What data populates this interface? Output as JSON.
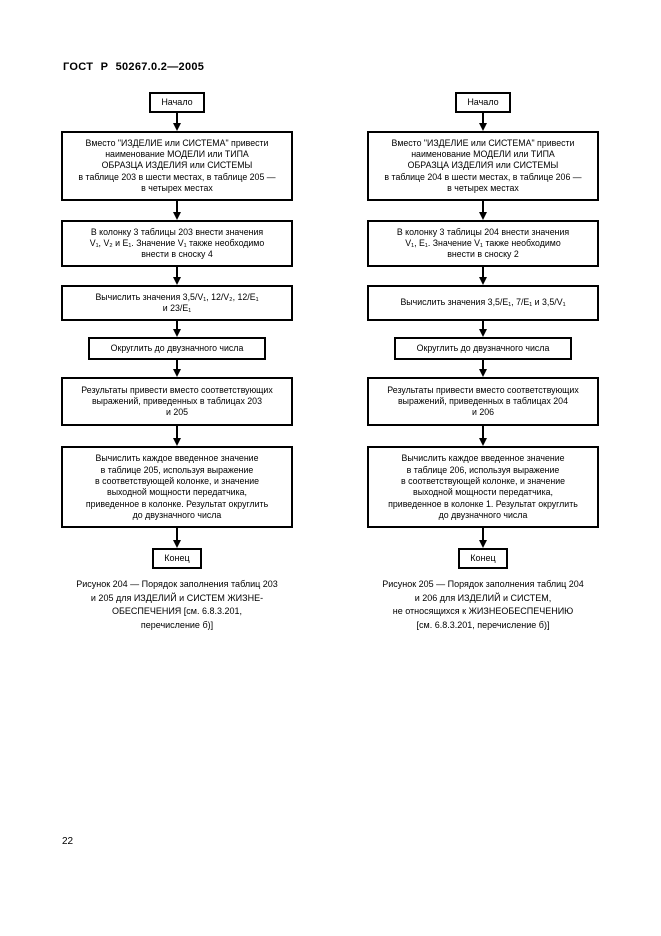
{
  "header": {
    "title": "ГОСТ Р 50267.0.2—2005"
  },
  "footer": {
    "page_number": "22"
  },
  "flowchart_left": {
    "start": "Начало",
    "step1": "Вместо \"ИЗДЕЛИЕ или СИСТЕМА\" привести\nнаименование МОДЕЛИ или ТИПА\nОБРАЗЦА ИЗДЕЛИЯ или СИСТЕМЫ\nв таблице 203 в шести местах, в таблице 205 —\nв четырех местах",
    "step2": "В колонку 3 таблицы 203 внести значения\nV₁, V₂ и E₁. Значение V₁ также необходимо\nвнести в сноску 4",
    "step3": "Вычислить значения 3,5/V₁, 12/V₂, 12/E₁\nи 23/E₁",
    "step4": "Округлить до двузначного числа",
    "step5": "Результаты привести вместо соответствующих\nвыражений, приведенных в таблицах 203\nи 205",
    "step6": "Вычислить каждое введенное значение\nв таблице 205, используя выражение\nв соответствующей колонке, и значение\nвыходной мощности передатчика,\nприведенное в колонке. Результат округлить\nдо двузначного числа",
    "end": "Конец",
    "caption": "Рисунок 204 — Порядок заполнения таблиц 203\nи 205 для ИЗДЕЛИЙ и СИСТЕМ ЖИЗНЕ-\nОБЕСПЕЧЕНИЯ [см. 6.8.3.201,\nперечисление б)]"
  },
  "flowchart_right": {
    "start": "Начало",
    "step1": "Вместо \"ИЗДЕЛИЕ или СИСТЕМА\" привести\nнаименование МОДЕЛИ или ТИПА\nОБРАЗЦА ИЗДЕЛИЯ или СИСТЕМЫ\nв таблице 204 в шести местах, в таблице 206 —\nв четырех местах",
    "step2": "В колонку 3 таблицы 204 внести значения\nV₁, E₁. Значение V₁ также необходимо\nвнести в сноску 2",
    "step3": "Вычислить значения 3,5/E₁, 7/E₁ и 3,5/V₁",
    "step4": "Округлить до двузначного числа",
    "step5": "Результаты привести вместо соответствующих\nвыражений, приведенных в таблицах 204\nи 206",
    "step6": "Вычислить каждое введенное значение\nв таблице 206, используя выражение\nв соответствующей колонке, и значение\nвыходной мощности передатчика,\nприведенное в колонке 1. Результат округлить\nдо двузначного числа",
    "end": "Конец",
    "caption": "Рисунок 205 — Порядок заполнения таблиц 204\nи 206 для ИЗДЕЛИЙ и СИСТЕМ,\nне относящихся к ЖИЗНЕОБЕСПЕЧЕНИЮ\n[см. 6.8.3.201, перечисление б)]"
  }
}
